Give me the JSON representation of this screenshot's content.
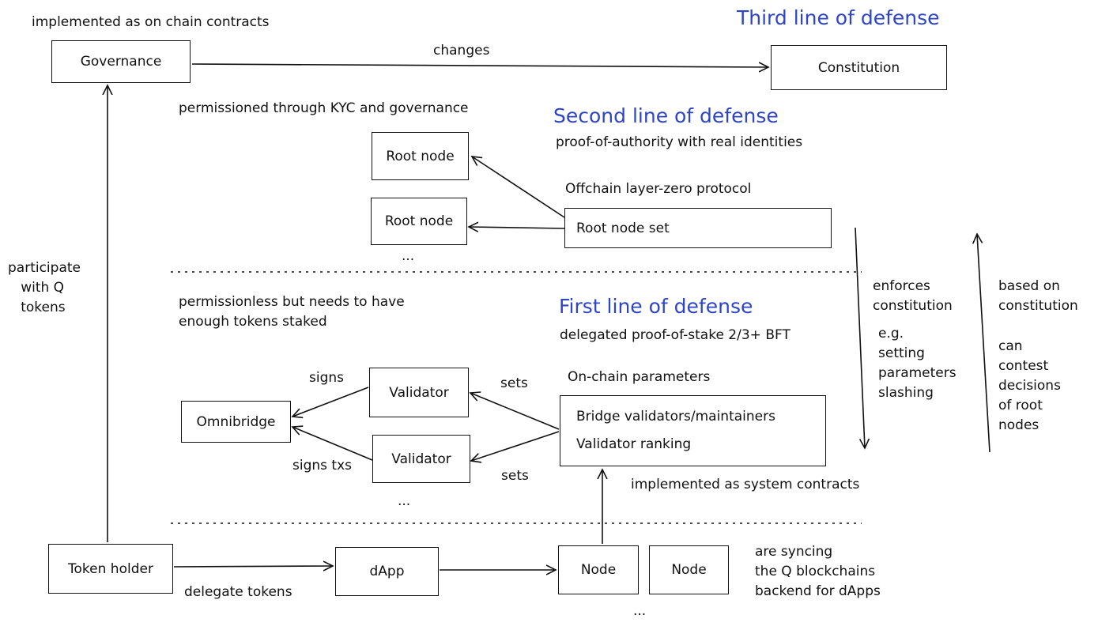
{
  "headings": {
    "third": "Third line of defense",
    "second": "Second line of defense",
    "first": "First line of defense"
  },
  "boxes": {
    "governance": "Governance",
    "constitution": "Constitution",
    "root_node_1": "Root node",
    "root_node_2": "Root node",
    "root_node_set": "Root node set",
    "validator_1": "Validator",
    "validator_2": "Validator",
    "omnibridge": "Omnibridge",
    "params_line1": "Bridge validators/maintainers",
    "params_line2": "Validator ranking",
    "token_holder": "Token holder",
    "dapp": "dApp",
    "node_1": "Node",
    "node_2": "Node"
  },
  "labels": {
    "onchain_contracts": "implemented as on chain contracts",
    "changes": "changes",
    "permissioned": "permissioned through KYC and governance",
    "poa": "proof-of-authority with real identities",
    "offchain": "Offchain layer-zero protocol",
    "root_more": "...",
    "participate": "participate\n   with Q\n   tokens",
    "permissionless": "permissionless but needs to have\nenough tokens staked",
    "dpos": "delegated proof-of-stake 2/3+ BFT",
    "onchain_params": "On-chain parameters",
    "signs": "signs",
    "signs_txs": "signs txs",
    "sets_1": "sets",
    "sets_2": "sets",
    "validator_more": "...",
    "system_contracts": "implemented as system contracts",
    "enforces": "enforces\nconstitution",
    "eg": "e.g.\nsetting\nparameters\nslashing",
    "based_on": "based on\nconstitution",
    "can_contest": "can\ncontest\ndecisions\nof root\nnodes",
    "delegate_tokens": "delegate tokens",
    "syncing": "are syncing\nthe Q blockchains\nbackend for dApps",
    "node_more": "..."
  }
}
